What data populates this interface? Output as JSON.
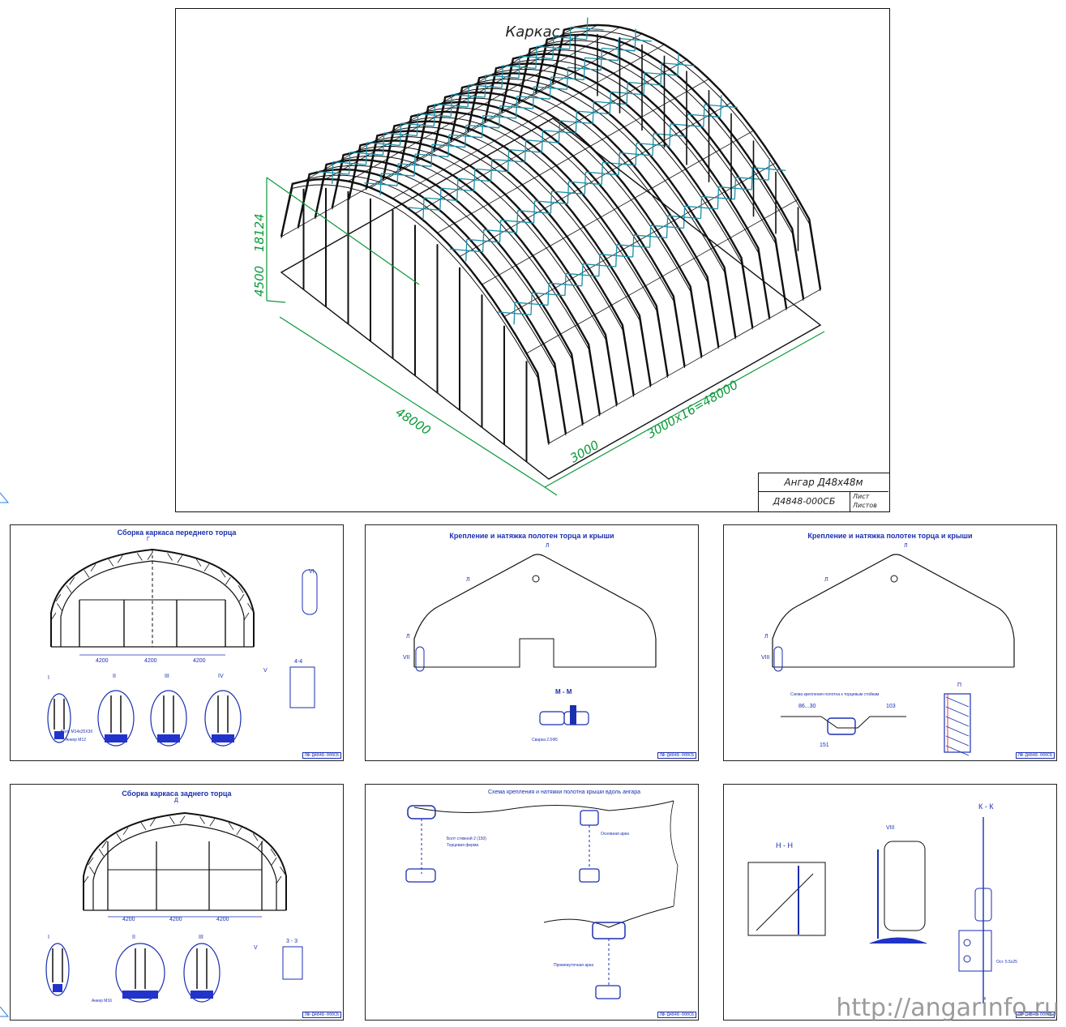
{
  "main_sheet": {
    "title": "Каркас",
    "dimensions": {
      "height_total": "18124",
      "height_wall": "4500",
      "length": "48000",
      "span_detail": "3000x16=48000",
      "bay": "3000"
    },
    "title_block": {
      "name": "Ангар Д48х48м",
      "code": "Д4848-000СБ",
      "sheet_label": "Лист",
      "sheets_label": "Листов"
    }
  },
  "sheets": [
    {
      "title": "Сборка каркаса переднего торца",
      "stamp": "ЛФ-Д4848-000СБ",
      "labels": [
        "Г",
        "4200",
        "4200",
        "4200",
        "I",
        "II",
        "III",
        "IV",
        "V",
        "VI",
        "4-4",
        "Анкер М12",
        "Болт М14х25Х30"
      ]
    },
    {
      "title": "Крепление и натяжка полотен торца и крыши",
      "stamp": "ЛФ-Д4848-000СБ",
      "labels": [
        "Л",
        "Л",
        "Л",
        "VII",
        "М - М",
        "Сварка 2.5Ф5"
      ]
    },
    {
      "title": "Крепление и натяжка полотен торца и крыши",
      "stamp": "ЛФ-Д4848-000СБ",
      "labels": [
        "Л",
        "Л",
        "Л",
        "VIII",
        "Схема крепления полотна к торцевым стойкам",
        "86...30",
        "103",
        "151",
        "П"
      ]
    },
    {
      "title": "Сборка каркаса заднего торца",
      "stamp": "ЛФ-Д4848-000СБ",
      "labels": [
        "Д",
        "4200",
        "4200",
        "4200",
        "I",
        "II",
        "III",
        "V",
        "3 - 3",
        "Анкер М16"
      ]
    },
    {
      "title": "Схема крепления и натяжки полотна крыши вдоль ангара",
      "stamp": "ЛФ-Д4848-000СБ",
      "labels": [
        "Болт стяжной 2 (150)",
        "Торцевая ферма",
        "Основная арка",
        "Промежуточная арка"
      ]
    },
    {
      "title": "",
      "stamp": "ЛФ-Д4848-000СБ",
      "labels": [
        "Н - Н",
        "VIII",
        "К - К",
        "Ост. 5.5х25"
      ]
    }
  ],
  "watermark": "http://angarinfo.ru",
  "colors": {
    "frame": "#111111",
    "truss": "#1a8fa8",
    "dimension": "#0a9a3a",
    "detail": "#1a2fb0"
  }
}
